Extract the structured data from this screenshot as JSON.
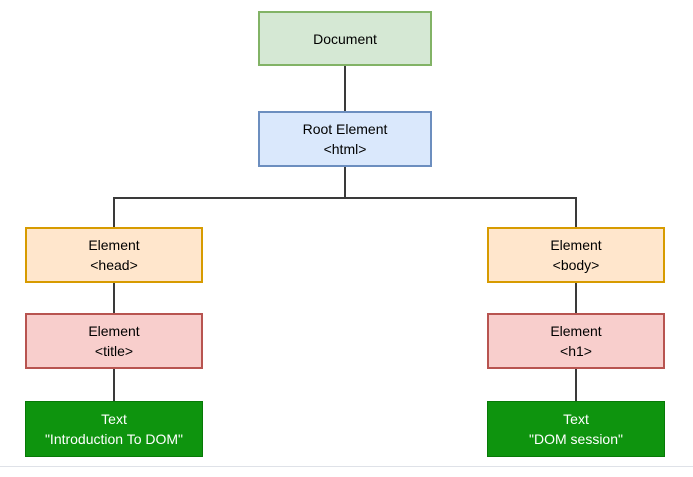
{
  "diagram": {
    "type": "tree",
    "description": "DOM tree structure diagram",
    "nodes": {
      "document": {
        "line1": "Document",
        "line2": ""
      },
      "root": {
        "line1": "Root Element",
        "line2": "<html>"
      },
      "head": {
        "line1": "Element",
        "line2": "<head>"
      },
      "title": {
        "line1": "Element",
        "line2": "<title>"
      },
      "text_title": {
        "line1": "Text",
        "line2": "\"Introduction To DOM\""
      },
      "body": {
        "line1": "Element",
        "line2": "<body>"
      },
      "h1": {
        "line1": "Element",
        "line2": "<h1>"
      },
      "text_h1": {
        "line1": "Text",
        "line2": "\"DOM session\""
      }
    },
    "edges": [
      {
        "from": "document",
        "to": "root"
      },
      {
        "from": "root",
        "to": "head"
      },
      {
        "from": "root",
        "to": "body"
      },
      {
        "from": "head",
        "to": "title"
      },
      {
        "from": "title",
        "to": "text_title"
      },
      {
        "from": "body",
        "to": "h1"
      },
      {
        "from": "h1",
        "to": "text_h1"
      }
    ],
    "colors": {
      "document_fill": "#d5e8d4",
      "document_stroke": "#82b366",
      "root_fill": "#dae8fc",
      "root_stroke": "#6c8ebf",
      "element_fill": "#ffe6cc",
      "element_stroke": "#d79b00",
      "leaf_element_fill": "#f8cecc",
      "leaf_element_stroke": "#b85450",
      "text_node_fill": "#0e940e",
      "text_node_stroke": "#077907",
      "text_node_text": "#ffffff",
      "connector": "#3a3a3a",
      "page_edge_line": "#dfe2e8"
    }
  }
}
